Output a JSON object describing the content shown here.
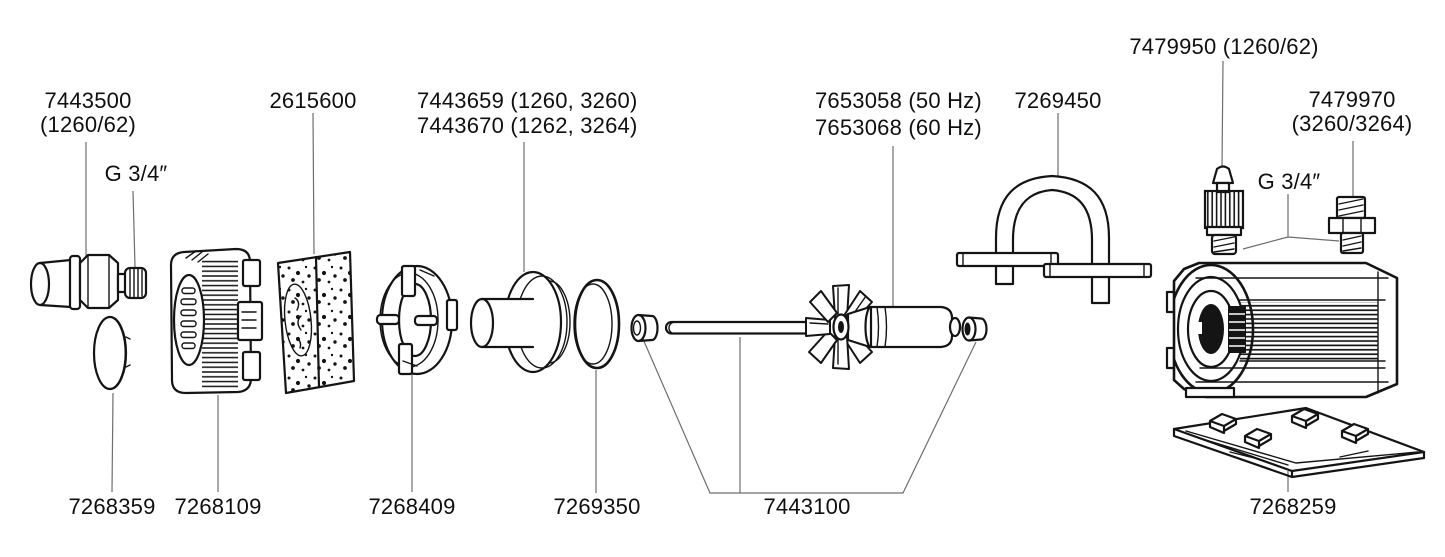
{
  "page": {
    "background": "#ffffff",
    "ink_color": "#141414",
    "leader_color": "#6e6e6e"
  },
  "diagram": {
    "description": "Exploded spare-parts diagram of an aquarium pump",
    "labels": {
      "hose_connector_line1": "7443500",
      "hose_connector_line2": "(1260/62)",
      "thread_size_left": "G 3/4″",
      "foam_insert": "2615600",
      "pump_chamber_line1": "7443659 (1260, 3260)",
      "pump_chamber_line2": "7443670 (1262, 3264)",
      "impeller_line1": "7653058 (50 Hz)",
      "impeller_line2": "7653068 (60 Hz)",
      "clamp": "7269450",
      "adapter_top": "7479950 (1260/62)",
      "adapter_right_line1": "7479970",
      "adapter_right_line2": "(3260/3264)",
      "thread_size_right": "G 3/4″",
      "seal_disc": "7268359",
      "pump_cover": "7268109",
      "impeller_cover": "7268409",
      "o_ring": "7269350",
      "shaft_set": "7443100",
      "base_plate": "7268259"
    }
  }
}
